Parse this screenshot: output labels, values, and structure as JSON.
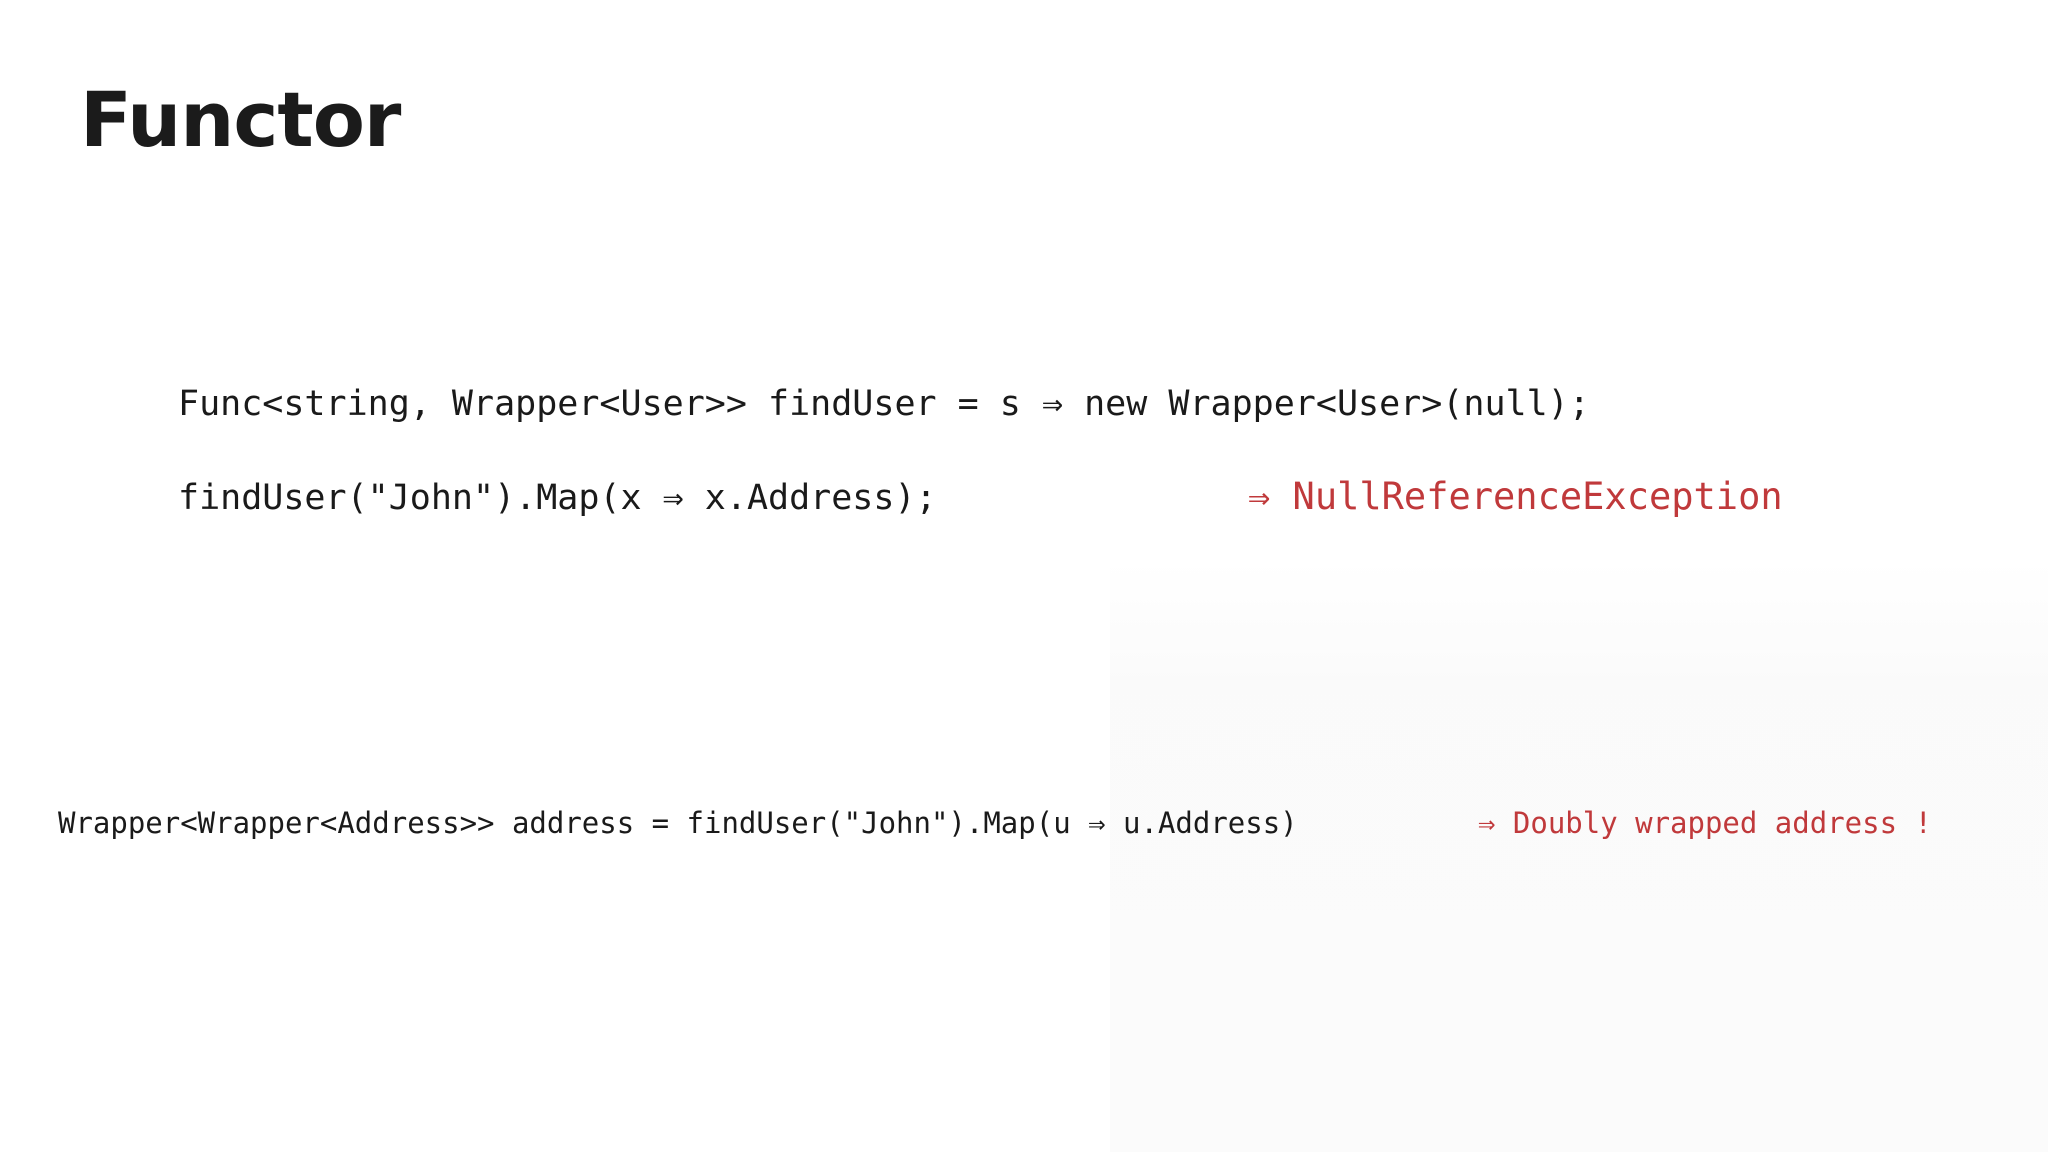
{
  "slide": {
    "title": "Functor"
  },
  "code": {
    "line1": "Func<string, Wrapper<User>> findUser = s ⇒ new Wrapper<User>(null);",
    "line2": "findUser(\"John\").Map(x ⇒ x.Address);",
    "note1": "⇒ NullReferenceException",
    "line3": "Wrapper<Wrapper<Address>> address = findUser(\"John\").Map(u ⇒ u.Address)",
    "note2": "⇒ Doubly wrapped address !"
  },
  "colors": {
    "text": "#1a1a1a",
    "accent": "#c0393b",
    "background": "#ffffff"
  }
}
